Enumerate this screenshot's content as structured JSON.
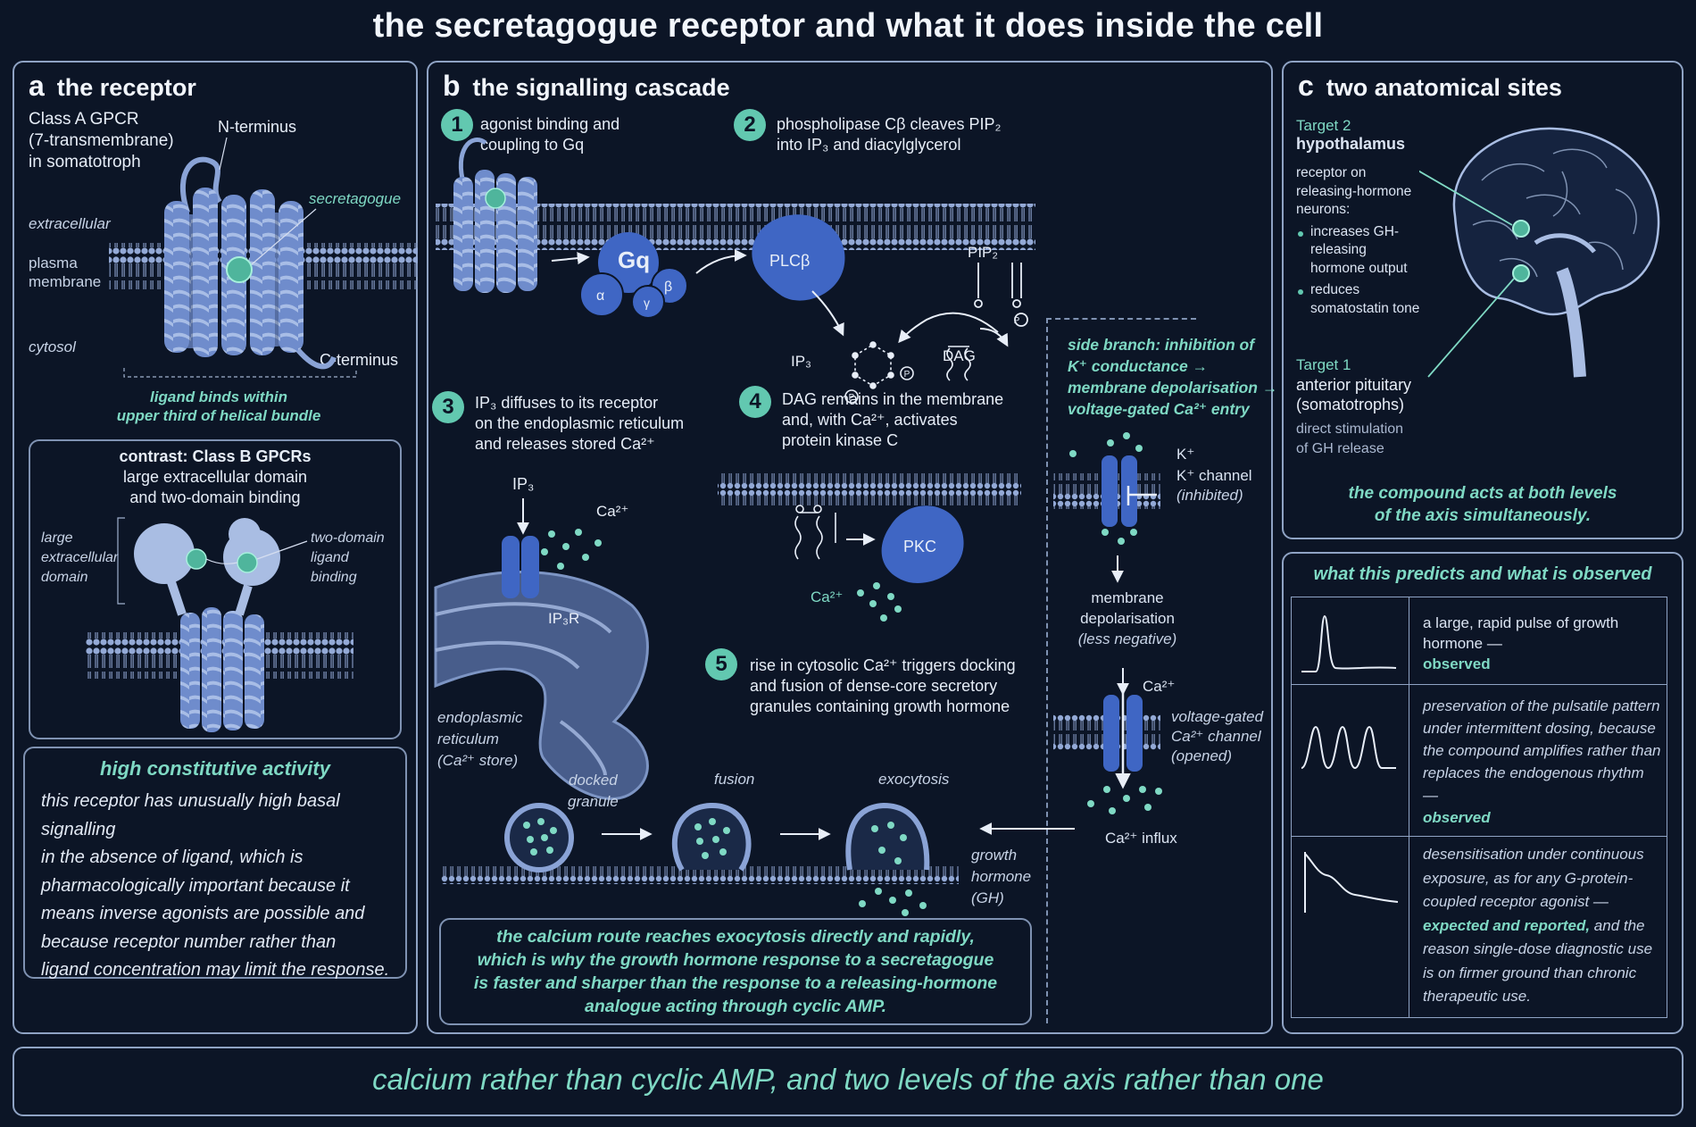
{
  "title": "the secretagogue receptor and what it does inside the cell",
  "panel_a": {
    "letter": "a",
    "heading": "the receptor",
    "class_label_1": "Class A GPCR",
    "class_label_2": "(7-transmembrane)",
    "class_label_3": "in somatotroph",
    "n_terminus": "N-terminus",
    "c_terminus": "C-terminus",
    "secretagogue": "secretagogue",
    "extracellular": "extracellular",
    "plasma_1": "plasma",
    "plasma_2": "membrane",
    "cytosol": "cytosol",
    "ligand_note_1": "ligand binds within",
    "ligand_note_2": "upper third of helical bundle",
    "contrast_title": "contrast: Class B GPCRs",
    "contrast_sub_1": "large extracellular domain",
    "contrast_sub_2": "and two-domain binding",
    "large_ecd_1": "large",
    "large_ecd_2": "extracellular",
    "large_ecd_3": "domain",
    "two_domain_1": "two-domain",
    "two_domain_2": "ligand",
    "two_domain_3": "binding",
    "hca_title": "high constitutive activity",
    "hca_lines": [
      "this receptor has unusually high basal signalling",
      "in the absence of ligand, which is",
      "pharmacologically important because it",
      "means inverse agonists are possible and",
      "because receptor number rather than",
      "ligand concentration may limit the response."
    ]
  },
  "panel_b": {
    "letter": "b",
    "heading": "the signalling cascade",
    "step1_num": "1",
    "step1_1": "agonist binding and",
    "step1_2": "coupling to Gq",
    "step2_num": "2",
    "step2_1": "phospholipase Cβ cleaves PIP₂",
    "step2_2": "into IP₃ and diacylglycerol",
    "step3_num": "3",
    "step3_1": "IP₃ diffuses to its receptor",
    "step3_2": "on the endoplasmic reticulum",
    "step3_3": "and releases stored Ca²⁺",
    "step4_num": "4",
    "step4_1": "DAG remains in the membrane",
    "step4_2": "and, with Ca²⁺, activates",
    "step4_3": "protein kinase C",
    "step5_num": "5",
    "step5_1": "rise in cytosolic Ca²⁺ triggers docking",
    "step5_2": "and fusion of dense-core secretory",
    "step5_3": "granules containing growth hormone",
    "gq": "Gq",
    "alpha": "α",
    "beta": "β",
    "gamma": "γ",
    "plcb": "PLCβ",
    "pip2": "PIP₂",
    "ip3": "IP₃",
    "dag": "DAG",
    "pkc": "PKC",
    "ca": "Ca²⁺",
    "ip3r": "IP₃R",
    "p": "P",
    "er_1": "endoplasmic",
    "er_2": "reticulum",
    "er_3": "(Ca²⁺ store)",
    "docked_1": "docked",
    "docked_2": "granule",
    "fusion": "fusion",
    "exocytosis": "exocytosis",
    "gh_1": "growth",
    "gh_2": "hormone",
    "gh_3": "(GH)",
    "side_1": "side branch: inhibition of",
    "side_2": "K⁺ conductance →",
    "side_3": "membrane depolarisation →",
    "side_4": "voltage-gated Ca²⁺ entry",
    "k": "K⁺",
    "k_channel_1": "K⁺ channel",
    "k_channel_2": "(inhibited)",
    "depol_1": "membrane",
    "depol_2": "depolarisation",
    "depol_3": "(less negative)",
    "vg_1": "voltage-gated",
    "vg_2": "Ca²⁺ channel",
    "vg_3": "(opened)",
    "ca_influx": "Ca²⁺ influx",
    "calcium_box": [
      "the calcium route reaches exocytosis directly and rapidly,",
      "which is why the growth hormone response to a secretagogue",
      "is faster and sharper than the response to a releasing-hormone",
      "analogue acting through cyclic AMP."
    ]
  },
  "panel_c": {
    "letter": "c",
    "heading": "two anatomical sites",
    "t2_label": "Target 2",
    "t2_name": "hypothalamus",
    "t2_desc_1": "receptor on",
    "t2_desc_2": "releasing-hormone",
    "t2_desc_3": "neurons:",
    "t2_b1": "increases GH-releasing hormone output",
    "t2_b2": "reduces somatostatin tone",
    "t1_label": "Target 1",
    "t1_name_1": "anterior pituitary",
    "t1_name_2": "(somatotrophs)",
    "t1_desc_1": "direct stimulation",
    "t1_desc_2": "of GH release",
    "both_1": "the compound acts at both levels",
    "both_2": "of the axis simultaneously."
  },
  "predicts": {
    "title": "what this predicts and what is observed",
    "row1_text": "a large, rapid pulse of growth hormone —",
    "row1_status": "observed",
    "row2_text": "preservation of the pulsatile pattern under intermittent dosing, because the compound amplifies rather than replaces the endogenous rhythm —",
    "row2_status": "observed",
    "row3_text_1": "desensitisation under continuous exposure, as for any G-protein-coupled receptor agonist —",
    "row3_status": "expected and reported,",
    "row3_text_2": "and the reason single-dose diagnostic use is on firmer ground than chronic therapeutic use."
  },
  "footer": "calcium rather than cyclic AMP, and two levels of the axis rather than one",
  "colors": {
    "background": "#0c1526",
    "accent_teal": "#62c8b0",
    "protein_blue": "#3f66c4",
    "helix": "#7f9bd0",
    "border": "#8fa3c4"
  }
}
